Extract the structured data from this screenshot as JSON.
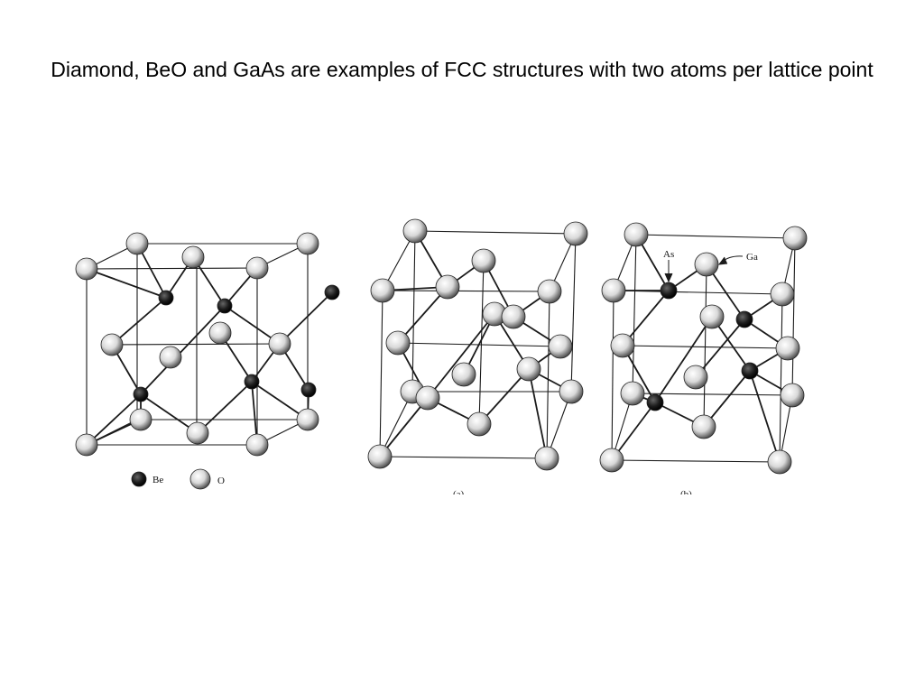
{
  "slide": {
    "title": "Diamond, BeO and GaAs are examples of FCC structures with two atoms per lattice point"
  },
  "figure": {
    "legend_beo": {
      "dark_atom_label": "Be",
      "light_atom_label": "O"
    },
    "panel_a_label": "(a)",
    "panel_b_label": "(b)",
    "gaas_labels": {
      "arsenic": "As",
      "gallium": "Ga"
    },
    "colors": {
      "line": "#1a1a1a",
      "dark_atom": "#151515",
      "light_atom": "#e6e6e6"
    }
  }
}
